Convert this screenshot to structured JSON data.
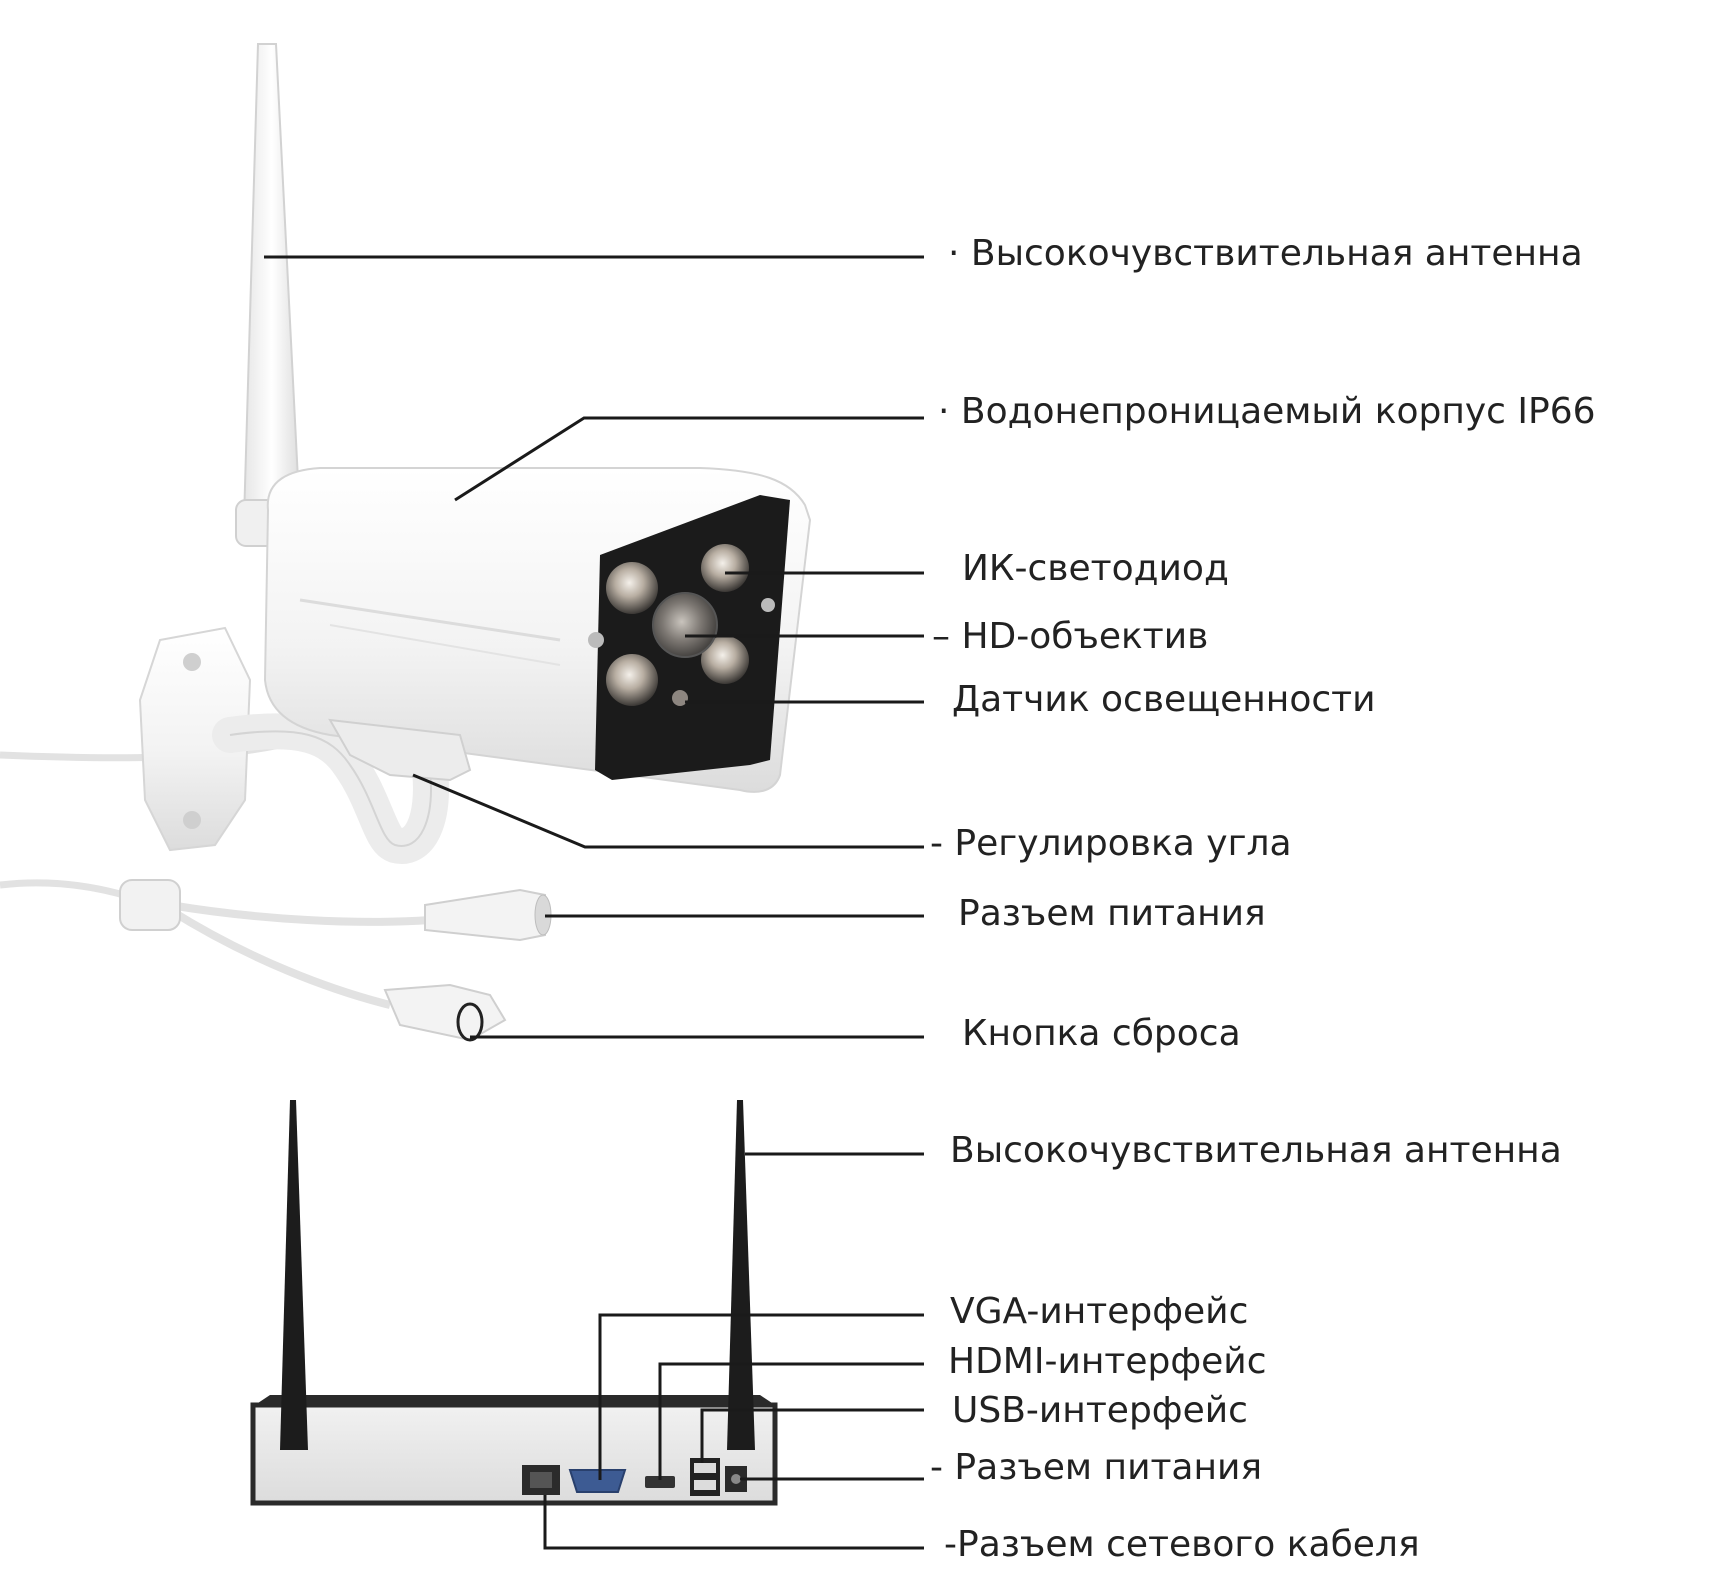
{
  "camera": {
    "labels": [
      "· Высокочувствительная антенна",
      "· Водонепроницаемый корпус IP66",
      "ИК-светодиод",
      "– HD-объектив",
      "Датчик освещенности",
      "- Регулировка угла",
      "Разъем питания",
      "Кнопка сброса"
    ]
  },
  "nvr": {
    "labels": [
      "Высокочувствительная антенна",
      "VGA-интерфейс",
      "HDMI-интерфейс",
      "USB-интерфейс",
      "- Разъем питания",
      "-Разъем сетевого кабеля"
    ]
  },
  "colors": {
    "leader": "#1a1a1a",
    "text": "#222222",
    "camera_body": "#f6f6f6",
    "camera_face": "#1b1b1b",
    "nvr_body": "#e9e9e9",
    "nvr_top": "#2a2a2a",
    "antenna_dark": "#1c1c1c"
  }
}
